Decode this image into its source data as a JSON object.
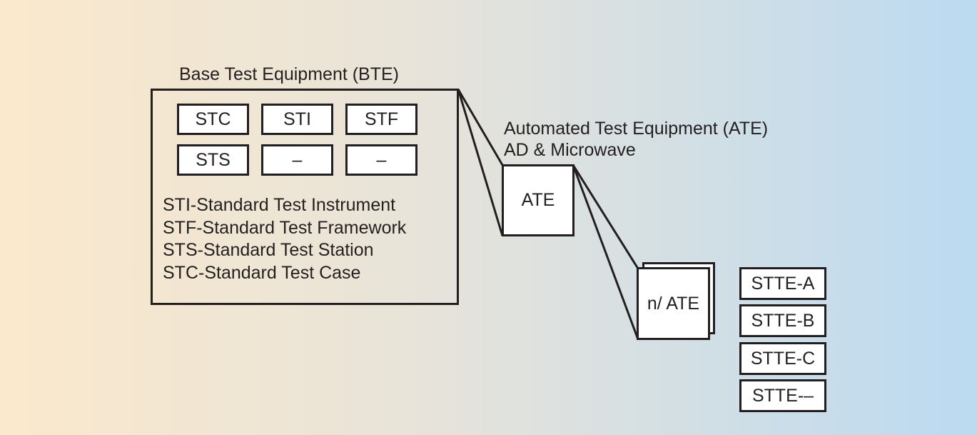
{
  "bte": {
    "title": "Base Test Equipment (BTE)",
    "cells": [
      "STC",
      "STI",
      "STF",
      "STS",
      "–",
      "–"
    ],
    "legend": [
      "STI-Standard Test Instrument",
      "STF-Standard Test Framework",
      "STS-Standard Test Station",
      "STC-Standard Test Case"
    ]
  },
  "ate": {
    "title_line1": "Automated Test Equipment (ATE)",
    "title_line2": "AD & Microwave",
    "box_label": "ATE"
  },
  "n_ate": {
    "box_label": "n/ ATE"
  },
  "stte": [
    "STTE-A",
    "STTE-B",
    "STTE-C",
    "STTE-–"
  ]
}
